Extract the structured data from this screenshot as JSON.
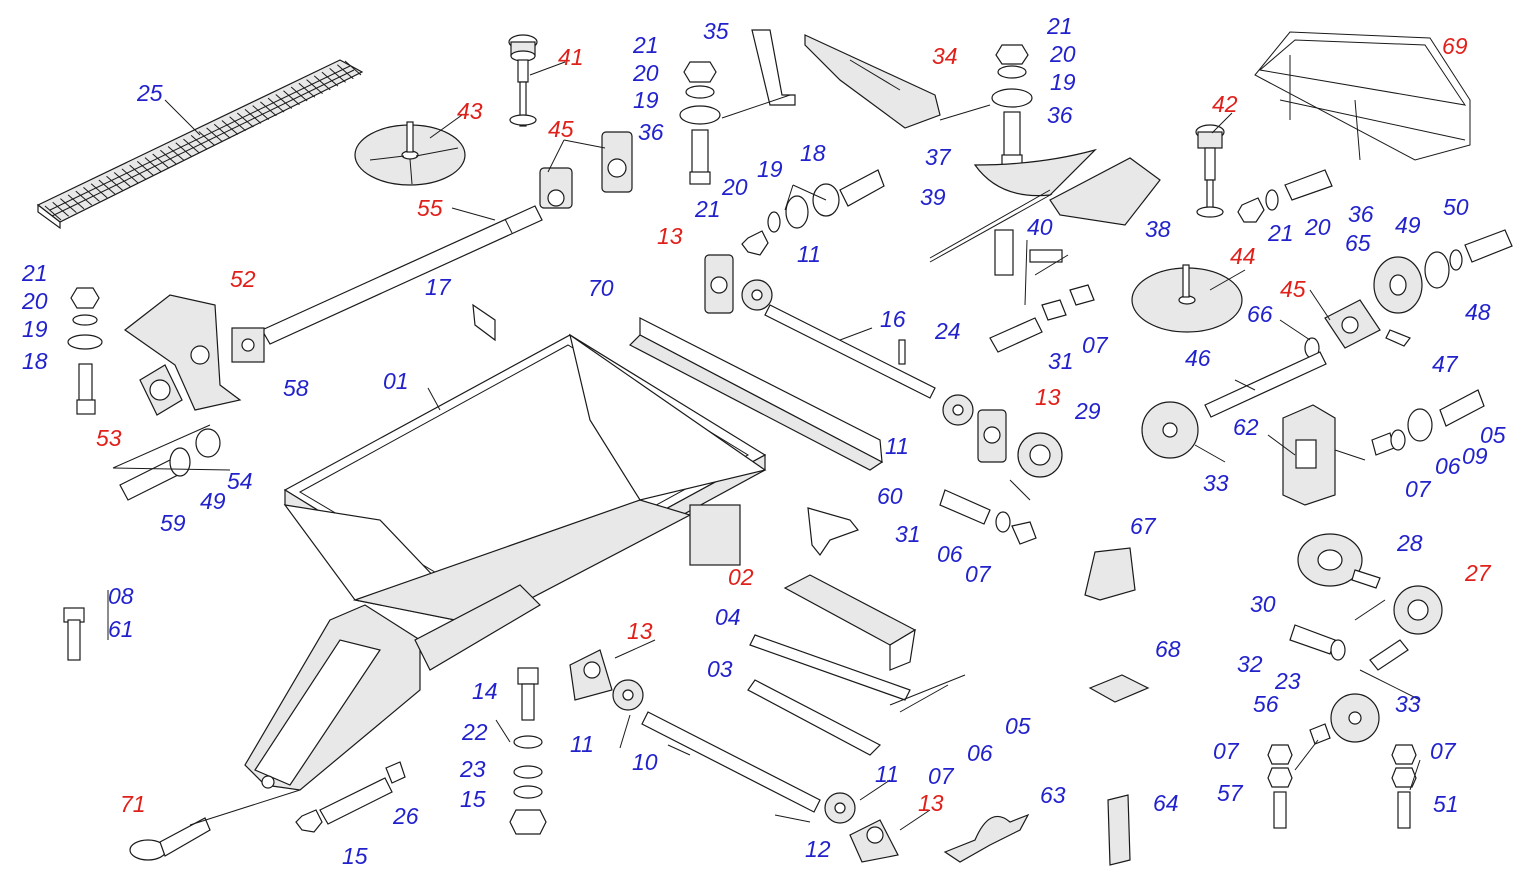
{
  "colors": {
    "standard_label": "#2222cc",
    "highlight_label": "#e0201a",
    "line": "#1a1a1a"
  },
  "labels": [
    {
      "text": "25",
      "color": "blue"
    },
    {
      "text": "41",
      "color": "red"
    },
    {
      "text": "43",
      "color": "red"
    },
    {
      "text": "45",
      "color": "red"
    },
    {
      "text": "21",
      "color": "blue"
    },
    {
      "text": "20",
      "color": "blue"
    },
    {
      "text": "19",
      "color": "blue"
    },
    {
      "text": "36",
      "color": "blue"
    },
    {
      "text": "35",
      "color": "blue"
    },
    {
      "text": "34",
      "color": "red"
    },
    {
      "text": "21",
      "color": "blue"
    },
    {
      "text": "20",
      "color": "blue"
    },
    {
      "text": "19",
      "color": "blue"
    },
    {
      "text": "36",
      "color": "blue"
    },
    {
      "text": "69",
      "color": "red"
    },
    {
      "text": "42",
      "color": "red"
    },
    {
      "text": "55",
      "color": "red"
    },
    {
      "text": "18",
      "color": "blue"
    },
    {
      "text": "19",
      "color": "blue"
    },
    {
      "text": "20",
      "color": "blue"
    },
    {
      "text": "21",
      "color": "blue"
    },
    {
      "text": "13",
      "color": "red"
    },
    {
      "text": "11",
      "color": "blue"
    },
    {
      "text": "37",
      "color": "blue"
    },
    {
      "text": "39",
      "color": "blue"
    },
    {
      "text": "38",
      "color": "blue"
    },
    {
      "text": "40",
      "color": "blue"
    },
    {
      "text": "36",
      "color": "blue"
    },
    {
      "text": "20",
      "color": "blue"
    },
    {
      "text": "21",
      "color": "blue"
    },
    {
      "text": "21",
      "color": "blue"
    },
    {
      "text": "52",
      "color": "red"
    },
    {
      "text": "20",
      "color": "blue"
    },
    {
      "text": "19",
      "color": "blue"
    },
    {
      "text": "18",
      "color": "blue"
    },
    {
      "text": "17",
      "color": "blue"
    },
    {
      "text": "70",
      "color": "blue"
    },
    {
      "text": "16",
      "color": "blue"
    },
    {
      "text": "24",
      "color": "blue"
    },
    {
      "text": "31",
      "color": "blue"
    },
    {
      "text": "07",
      "color": "blue"
    },
    {
      "text": "44",
      "color": "red"
    },
    {
      "text": "49",
      "color": "blue"
    },
    {
      "text": "50",
      "color": "blue"
    },
    {
      "text": "65",
      "color": "blue"
    },
    {
      "text": "48",
      "color": "blue"
    },
    {
      "text": "45",
      "color": "red"
    },
    {
      "text": "66",
      "color": "blue"
    },
    {
      "text": "47",
      "color": "blue"
    },
    {
      "text": "58",
      "color": "blue"
    },
    {
      "text": "01",
      "color": "blue"
    },
    {
      "text": "46",
      "color": "blue"
    },
    {
      "text": "53",
      "color": "red"
    },
    {
      "text": "13",
      "color": "red"
    },
    {
      "text": "29",
      "color": "blue"
    },
    {
      "text": "11",
      "color": "blue"
    },
    {
      "text": "62",
      "color": "blue"
    },
    {
      "text": "05",
      "color": "blue"
    },
    {
      "text": "09",
      "color": "blue"
    },
    {
      "text": "06",
      "color": "blue"
    },
    {
      "text": "07",
      "color": "blue"
    },
    {
      "text": "33",
      "color": "blue"
    },
    {
      "text": "54",
      "color": "blue"
    },
    {
      "text": "49",
      "color": "blue"
    },
    {
      "text": "59",
      "color": "blue"
    },
    {
      "text": "60",
      "color": "blue"
    },
    {
      "text": "31",
      "color": "blue"
    },
    {
      "text": "06",
      "color": "blue"
    },
    {
      "text": "07",
      "color": "blue"
    },
    {
      "text": "67",
      "color": "blue"
    },
    {
      "text": "28",
      "color": "blue"
    },
    {
      "text": "02",
      "color": "red"
    },
    {
      "text": "27",
      "color": "red"
    },
    {
      "text": "08",
      "color": "blue"
    },
    {
      "text": "61",
      "color": "blue"
    },
    {
      "text": "30",
      "color": "blue"
    },
    {
      "text": "13",
      "color": "red"
    },
    {
      "text": "04",
      "color": "blue"
    },
    {
      "text": "32",
      "color": "blue"
    },
    {
      "text": "68",
      "color": "blue"
    },
    {
      "text": "23",
      "color": "blue"
    },
    {
      "text": "14",
      "color": "blue"
    },
    {
      "text": "03",
      "color": "blue"
    },
    {
      "text": "33",
      "color": "blue"
    },
    {
      "text": "56",
      "color": "blue"
    },
    {
      "text": "22",
      "color": "blue"
    },
    {
      "text": "05",
      "color": "blue"
    },
    {
      "text": "11",
      "color": "blue"
    },
    {
      "text": "07",
      "color": "blue"
    },
    {
      "text": "07",
      "color": "blue"
    },
    {
      "text": "10",
      "color": "blue"
    },
    {
      "text": "06",
      "color": "blue"
    },
    {
      "text": "23",
      "color": "blue"
    },
    {
      "text": "07",
      "color": "blue"
    },
    {
      "text": "57",
      "color": "blue"
    },
    {
      "text": "51",
      "color": "blue"
    },
    {
      "text": "15",
      "color": "blue"
    },
    {
      "text": "11",
      "color": "blue"
    },
    {
      "text": "63",
      "color": "blue"
    },
    {
      "text": "64",
      "color": "blue"
    },
    {
      "text": "71",
      "color": "red"
    },
    {
      "text": "26",
      "color": "blue"
    },
    {
      "text": "13",
      "color": "red"
    },
    {
      "text": "12",
      "color": "blue"
    },
    {
      "text": "15",
      "color": "blue"
    }
  ]
}
